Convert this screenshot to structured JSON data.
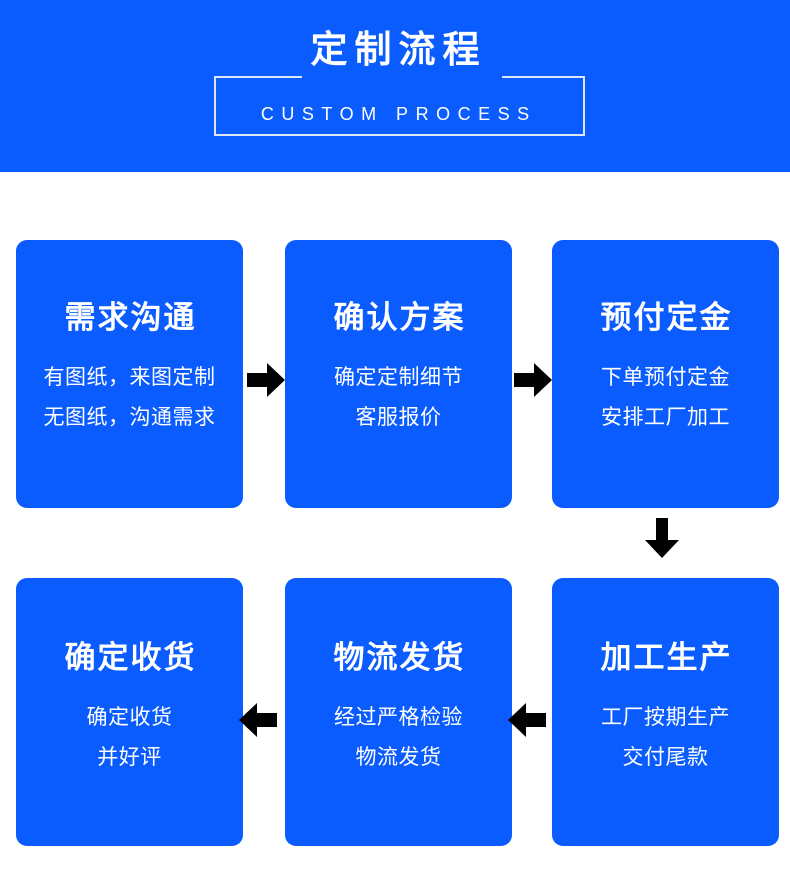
{
  "header": {
    "title_cn": "定制流程",
    "title_en": "CUSTOM PROCESS",
    "band_color": "#0a5cff",
    "frame_color": "#dde6f7",
    "text_color": "#ffffff"
  },
  "theme": {
    "card_color": "#0a5cff",
    "page_background": "#ffffff",
    "arrow_color": "#000000",
    "card_text_color": "#ffffff"
  },
  "steps": [
    {
      "index": 1,
      "title": "需求沟通",
      "lines": [
        "有图纸，来图定制",
        "无图纸，沟通需求"
      ]
    },
    {
      "index": 2,
      "title": "确认方案",
      "lines": [
        "确定定制细节",
        "客服报价"
      ]
    },
    {
      "index": 3,
      "title": "预付定金",
      "lines": [
        "下单预付定金",
        "安排工厂加工"
      ]
    },
    {
      "index": 4,
      "title": "加工生产",
      "lines": [
        "工厂按期生产",
        "交付尾款"
      ]
    },
    {
      "index": 5,
      "title": "物流发货",
      "lines": [
        "经过严格检验",
        "物流发货"
      ]
    },
    {
      "index": 6,
      "title": "确定收货",
      "lines": [
        "确定收货",
        "并好评"
      ]
    }
  ],
  "arrows": [
    {
      "id": 1,
      "direction": "right",
      "from": 1,
      "to": 2
    },
    {
      "id": 2,
      "direction": "right",
      "from": 2,
      "to": 3
    },
    {
      "id": 3,
      "direction": "down",
      "from": 3,
      "to": 4
    },
    {
      "id": 4,
      "direction": "left",
      "from": 4,
      "to": 5
    },
    {
      "id": 5,
      "direction": "left",
      "from": 5,
      "to": 6
    }
  ]
}
